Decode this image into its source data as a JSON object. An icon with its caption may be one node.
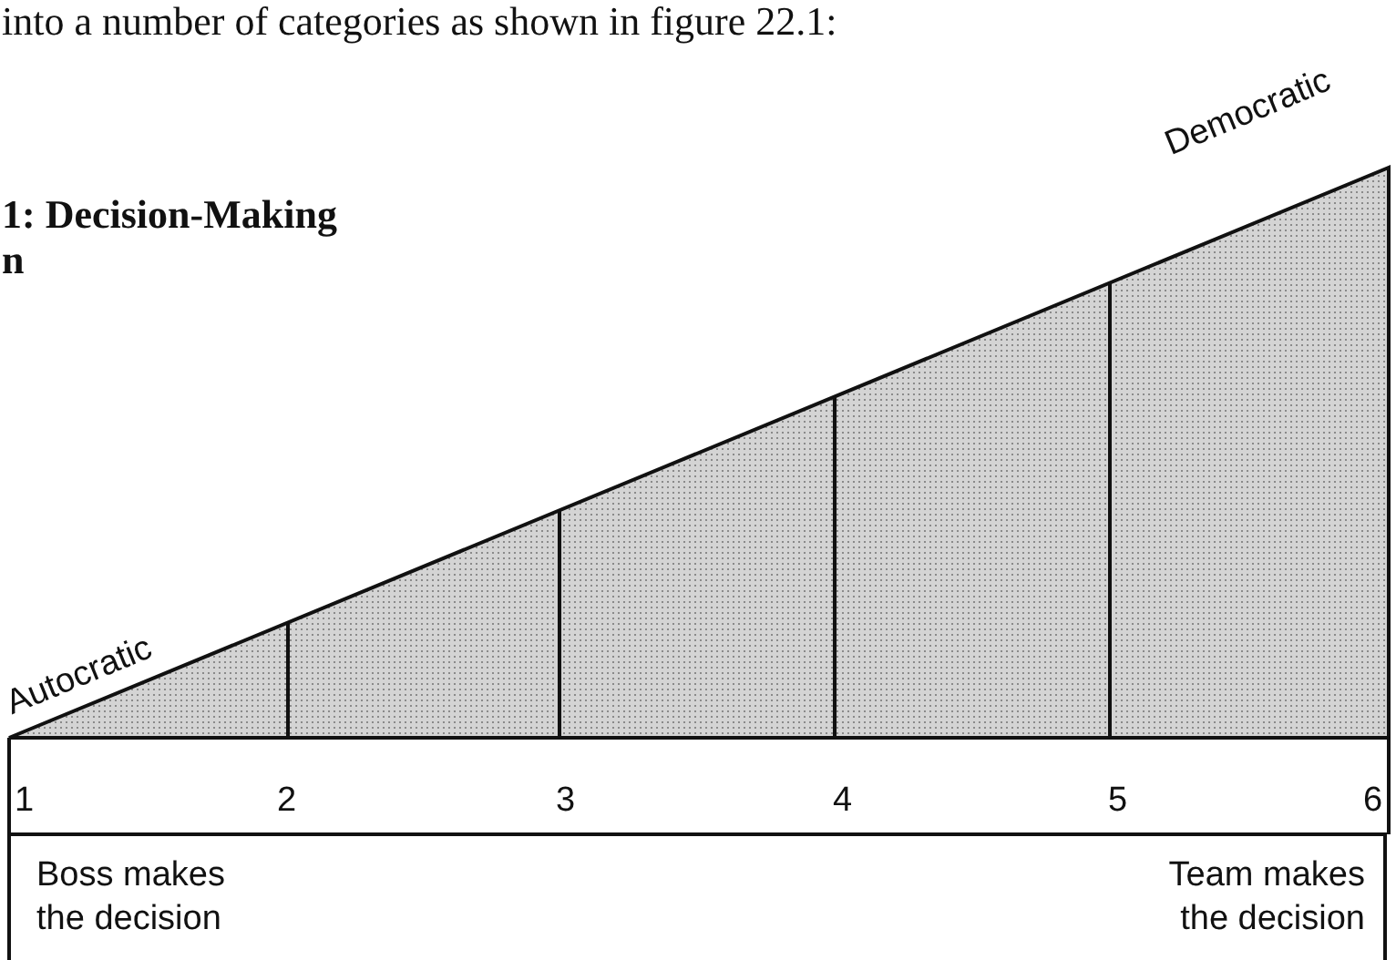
{
  "diagram": {
    "title": "1: Decision-Making",
    "nodes": [
      {
        "text": [
          "Boss makes the decision",
          "Team makes the decision"
        ]
      }
    ],
    "labels": [
      "into a number of categories as shown in figure 22.1:",
      "n",
      "Autocratic",
      "Democratic",
      "1",
      "2",
      "3",
      "4",
      "5",
      "6"
    ]
  }
}
